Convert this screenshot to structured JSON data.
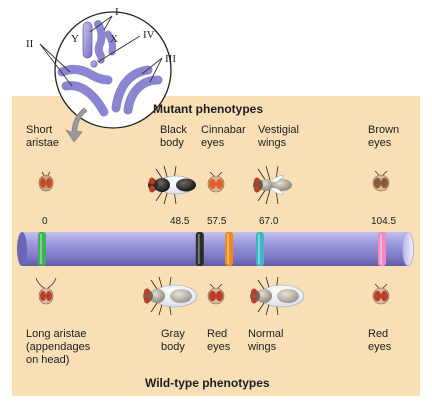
{
  "chromosome_labels": {
    "i": "I",
    "ii": "II",
    "iii": "III",
    "iv": "IV",
    "x": "X",
    "y": "Y"
  },
  "mutant_heading": "Mutant phenotypes",
  "wild_heading": "Wild-type phenotypes",
  "mutant": {
    "aristae_line1": "Short",
    "aristae_line2": "aristae",
    "body_line1": "Black",
    "body_line2": "body",
    "eyes_cinnabar_line1": "Cinnabar",
    "eyes_cinnabar_line2": "eyes",
    "wings_line1": "Vestigial",
    "wings_line2": "wings",
    "eyes_brown_line1": "Brown",
    "eyes_brown_line2": "eyes"
  },
  "wild": {
    "aristae_line1": "Long aristae",
    "aristae_line2": "(appendages",
    "aristae_line3": "on head)",
    "body_line1": "Gray",
    "body_line2": "body",
    "eyes_red_line1": "Red",
    "eyes_red_line2": "eyes",
    "wings_line1": "Normal",
    "wings_line2": "wings",
    "eyes_red2_line1": "Red",
    "eyes_red2_line2": "eyes"
  },
  "loci": [
    {
      "position": "0",
      "band_color": "#3cb35a"
    },
    {
      "position": "48.5",
      "band_color": "#2a2a2a"
    },
    {
      "position": "57.5",
      "band_color": "#ee8a1c"
    },
    {
      "position": "67.0",
      "band_color": "#3fb8c4"
    },
    {
      "position": "104.5",
      "band_color": "#f08ac0"
    }
  ],
  "colors": {
    "panel": "#f8dfb5",
    "chromosome_body": "#8a86d2",
    "chromosome_dark": "#5e5aa8",
    "fly_eye_red": "#b8402a",
    "fly_eye_brown": "#8a5a3a"
  }
}
